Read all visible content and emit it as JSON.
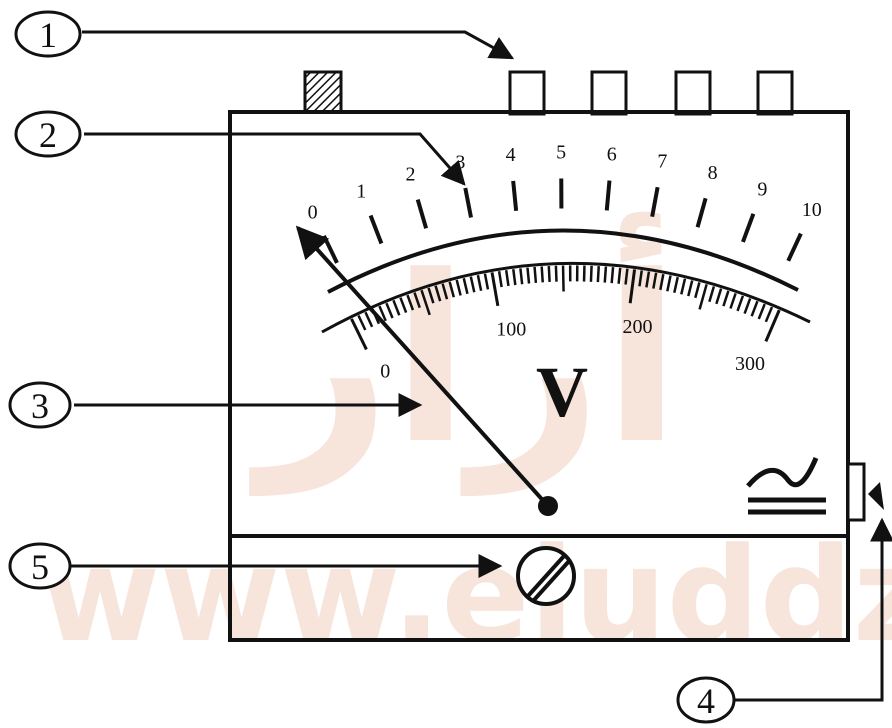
{
  "meter": {
    "symbol": "V",
    "upper_scale_labels": [
      "0",
      "1",
      "2",
      "3",
      "4",
      "5",
      "6",
      "7",
      "8",
      "9",
      "10"
    ],
    "lower_scale_labels": [
      "0",
      "100",
      "200",
      "300"
    ]
  },
  "callouts": [
    "1",
    "2",
    "3",
    "4",
    "5"
  ],
  "watermark": {
    "domain": "www.eluddz",
    "arabic": "أرار"
  },
  "colors": {
    "ink": "#111111",
    "watermark": "#f4d9cc",
    "background": "#ffffff"
  }
}
